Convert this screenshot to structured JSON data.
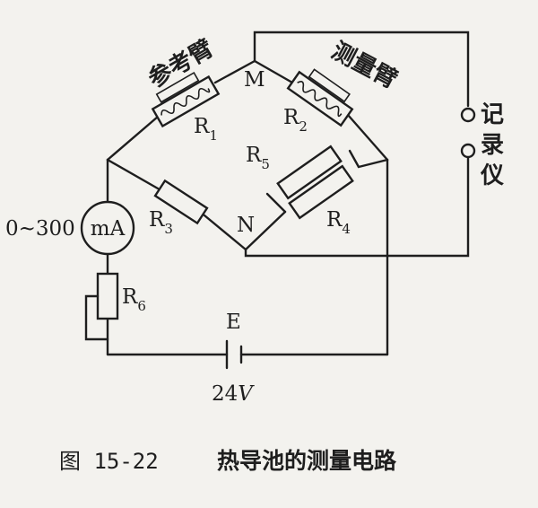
{
  "labels": {
    "ref_arm": "参考臂",
    "meas_arm": "测量臂",
    "node_m": "M",
    "node_n": "N",
    "r1": "R",
    "r1_sub": "1",
    "r2": "R",
    "r2_sub": "2",
    "r3": "R",
    "r3_sub": "3",
    "r4": "R",
    "r4_sub": "4",
    "r5": "R",
    "r5_sub": "5",
    "r6": "R",
    "r6_sub": "6",
    "meter": "mA",
    "meter_range": "0~300",
    "recorder": [
      "记",
      "录",
      "仪"
    ],
    "battery": "E",
    "voltage_num": "24",
    "voltage_unit": "V"
  },
  "caption": {
    "figure": "图 15-22",
    "title": "热导池的测量电路"
  }
}
